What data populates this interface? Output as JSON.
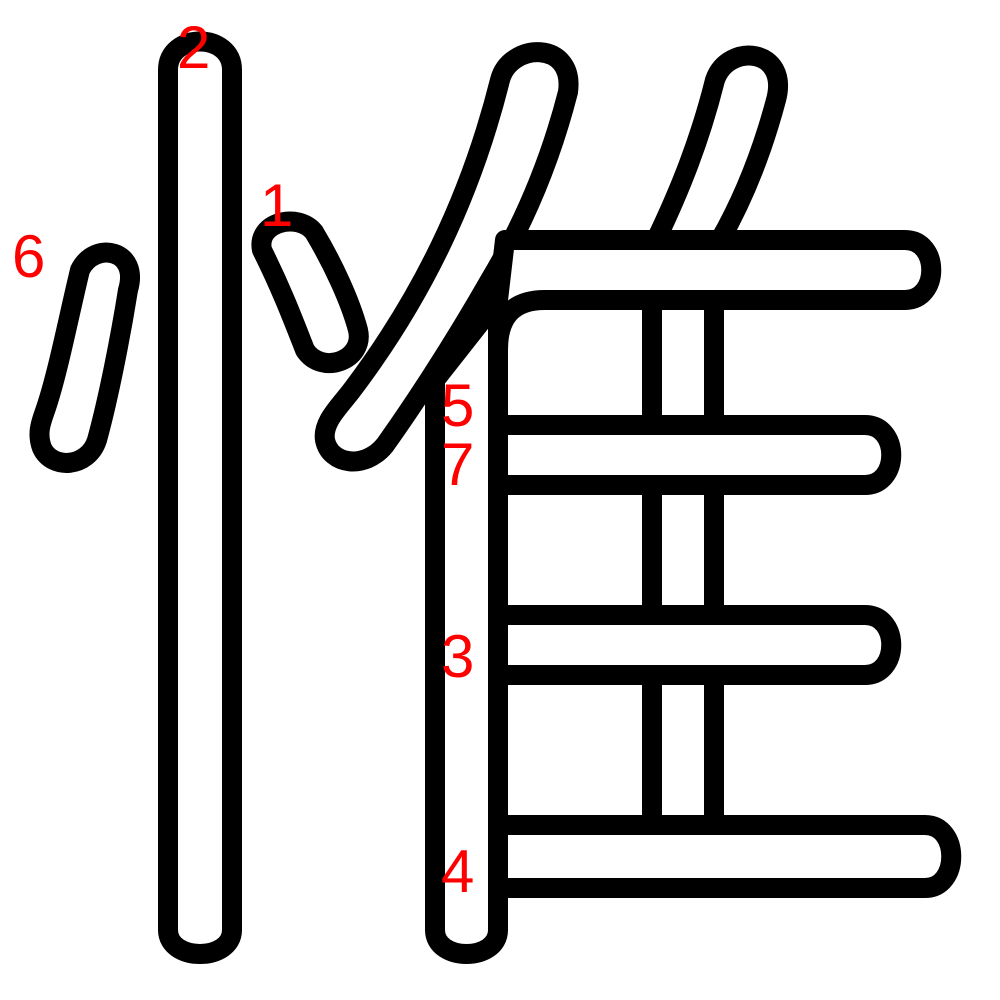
{
  "character": "惟",
  "colors": {
    "background": "#ffffff",
    "outline": "#000000",
    "number": "#ff0000"
  },
  "strokes": [
    {
      "order": 1,
      "label": "1"
    },
    {
      "order": 2,
      "label": "2"
    },
    {
      "order": 3,
      "label": "3"
    },
    {
      "order": 4,
      "label": "4"
    },
    {
      "order": 5,
      "label": "5"
    },
    {
      "order": 6,
      "label": "6"
    },
    {
      "order": 7,
      "label": "7"
    }
  ]
}
